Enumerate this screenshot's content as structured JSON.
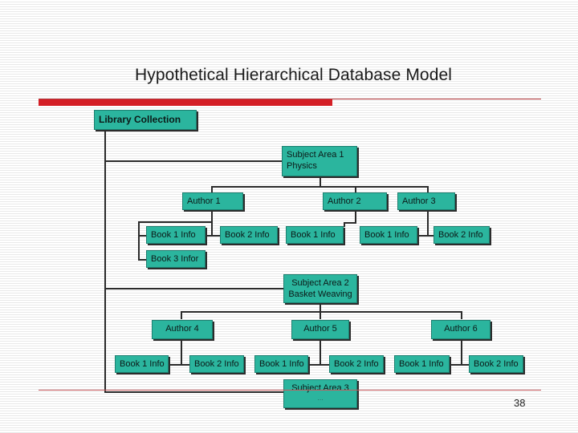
{
  "slide": {
    "title": "Hypothetical Hierarchical Database Model",
    "page_number": "38"
  },
  "diagram": {
    "root": {
      "label": "Library Collection"
    },
    "subject_areas": [
      {
        "line1": "Subject Area 1",
        "line2": "Physics",
        "authors": [
          {
            "label": "Author 1",
            "books": [
              "Book 1 Info",
              "Book 2 Info",
              "Book 3 Infor"
            ]
          },
          {
            "label": "Author 2",
            "books": [
              "Book 1 Info"
            ]
          },
          {
            "label": "Author 3",
            "books": [
              "Book 1 Info",
              "Book 2 Info"
            ]
          }
        ]
      },
      {
        "line1": "Subject Area 2",
        "line2": "Basket Weaving",
        "authors": [
          {
            "label": "Author 4",
            "books": [
              "Book 1 Info",
              "Book 2 Info"
            ]
          },
          {
            "label": "Author 5",
            "books": [
              "Book 1 Info",
              "Book 2 Info"
            ]
          },
          {
            "label": "Author 6",
            "books": [
              "Book 1 Info",
              "Book 2 Info"
            ]
          }
        ]
      },
      {
        "line1": "Subject Area 3",
        "line2": "...",
        "authors": []
      }
    ]
  },
  "colors": {
    "node_fill": "#2bb59e",
    "accent_bar": "#d41f26",
    "connector": "#2a2a2a"
  }
}
